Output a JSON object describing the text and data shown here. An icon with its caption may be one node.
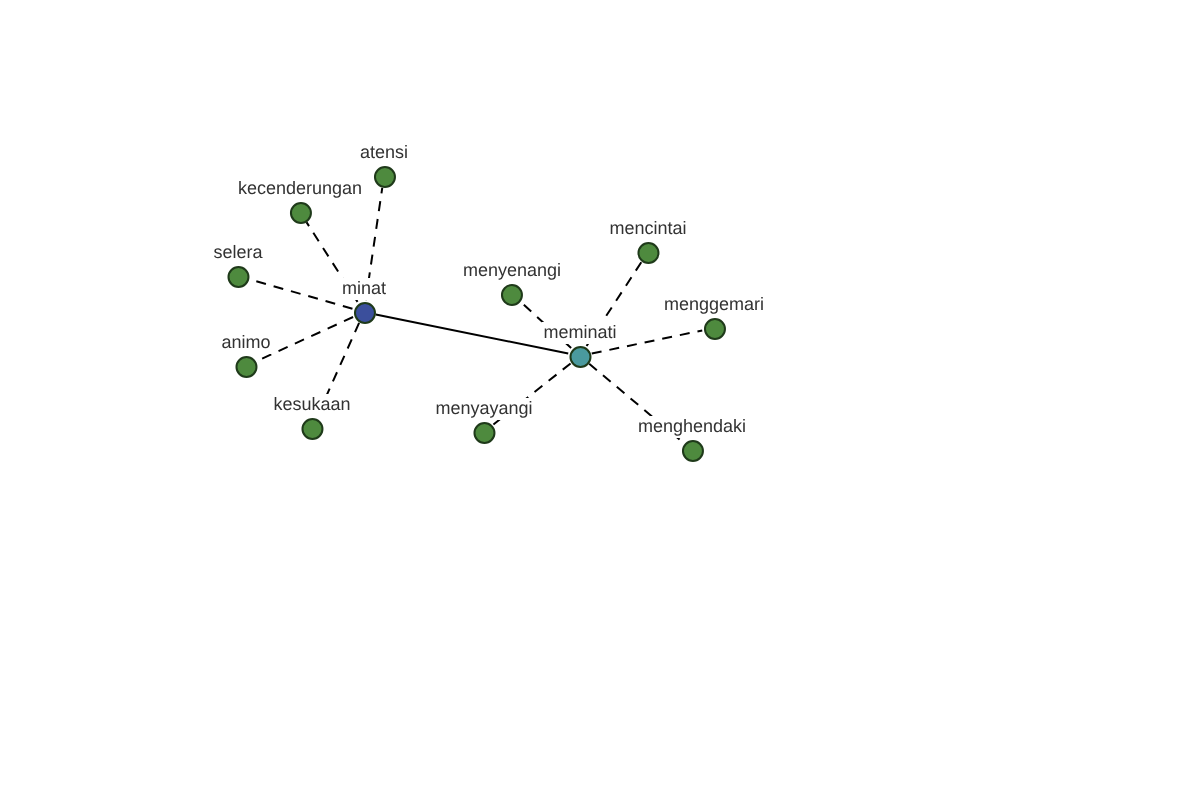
{
  "diagram": {
    "nodes": [
      {
        "text": [
          "minat"
        ]
      },
      {
        "text": [
          "atensi"
        ]
      },
      {
        "text": [
          "kecenderungan"
        ]
      },
      {
        "text": [
          "selera"
        ]
      },
      {
        "text": [
          "animo"
        ]
      },
      {
        "text": [
          "kesukaan"
        ]
      },
      {
        "text": [
          "meminati"
        ]
      },
      {
        "text": [
          "mencintai"
        ]
      },
      {
        "text": [
          "menyenangi"
        ]
      },
      {
        "text": [
          "menggemari"
        ]
      },
      {
        "text": [
          "menyayangi"
        ]
      },
      {
        "text": [
          "menghendaki"
        ]
      }
    ],
    "edges": [
      {
        "from": 0,
        "to": 1,
        "arrow": "none",
        "style": "dashed"
      },
      {
        "from": 0,
        "to": 2,
        "arrow": "none",
        "style": "dashed"
      },
      {
        "from": 0,
        "to": 3,
        "arrow": "none",
        "style": "dashed"
      },
      {
        "from": 0,
        "to": 4,
        "arrow": "none",
        "style": "dashed"
      },
      {
        "from": 0,
        "to": 5,
        "arrow": "none",
        "style": "dashed"
      },
      {
        "from": 0,
        "to": 6,
        "arrow": "none"
      },
      {
        "from": 6,
        "to": 7,
        "arrow": "none",
        "style": "dashed"
      },
      {
        "from": 6,
        "to": 8,
        "arrow": "none",
        "style": "dashed"
      },
      {
        "from": 6,
        "to": 9,
        "arrow": "none",
        "style": "dashed"
      },
      {
        "from": 6,
        "to": 10,
        "arrow": "none",
        "style": "dashed"
      },
      {
        "from": 6,
        "to": 11,
        "arrow": "none",
        "style": "dashed"
      }
    ]
  }
}
